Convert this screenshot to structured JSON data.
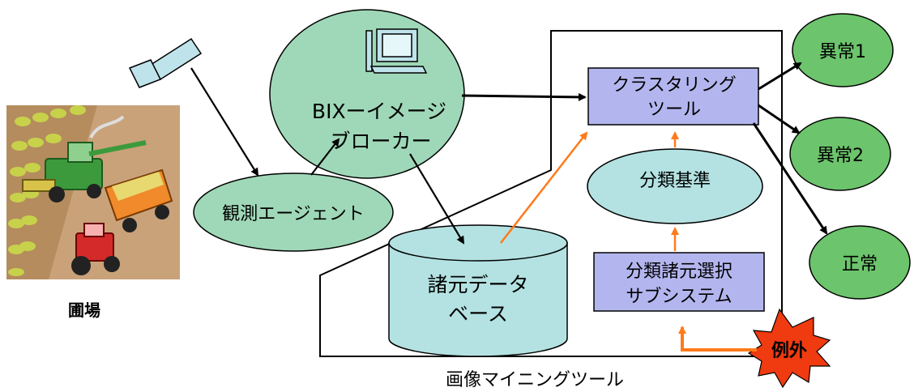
{
  "nodes": {
    "field": {
      "label": "圃場"
    },
    "camera": {
      "icon": "video-camera-icon"
    },
    "agent": {
      "label": "観測エージェント"
    },
    "broker": {
      "line1": "BIXーイメージ",
      "line2": "ブローカー",
      "icon": "computer-icon"
    },
    "database": {
      "line1": "諸元データ",
      "line2": "ベース"
    },
    "clustering": {
      "line1": "クラスタリング",
      "line2": "ツール"
    },
    "criteria": {
      "label": "分類基準"
    },
    "selection": {
      "line1": "分類諸元選択",
      "line2": "サブシステム"
    },
    "abnormal1": {
      "label": "異常1"
    },
    "abnormal2": {
      "label": "異常2"
    },
    "normal": {
      "label": "正常"
    },
    "exception": {
      "label": "例外"
    }
  },
  "regions": {
    "mining_tool": {
      "label": "画像マイニングツール"
    }
  },
  "colors": {
    "ellipse_green": "#9fd8b8",
    "ellipse_cyan": "#b4e2e2",
    "box_lavender": "#b3b6ee",
    "result_green": "#6cc46c",
    "camera_blue": "#bfe3ea",
    "arrow_black": "#000000",
    "arrow_orange": "#ff7a1a",
    "burst_red": "#f03a10"
  }
}
